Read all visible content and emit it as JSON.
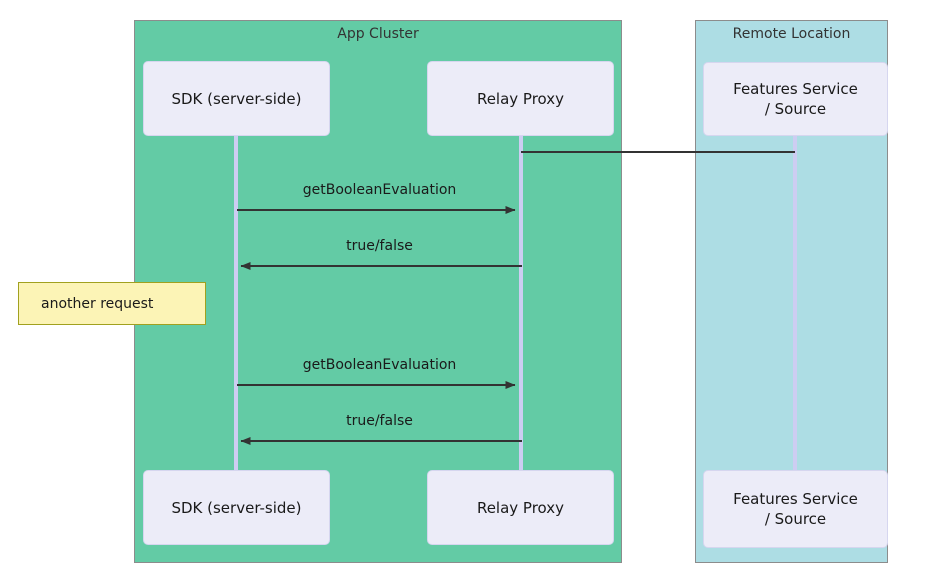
{
  "diagram": {
    "type": "sequence-diagram",
    "groups": [
      {
        "id": "app-cluster",
        "label": "App Cluster",
        "color": "#63cba5"
      },
      {
        "id": "remote-location",
        "label": "Remote Location",
        "color": "#addde4"
      }
    ],
    "participants": [
      {
        "id": "sdk",
        "label": "SDK (server-side)",
        "group": "app-cluster"
      },
      {
        "id": "relay",
        "label": "Relay Proxy",
        "group": "app-cluster"
      },
      {
        "id": "features",
        "label": "Features Service\n/ Source",
        "group": "remote-location"
      }
    ],
    "messages": [
      {
        "id": "m1",
        "label": "getBooleanEvaluation",
        "from": "sdk",
        "to": "relay",
        "direction": "right"
      },
      {
        "id": "m2",
        "label": "true/false",
        "from": "relay",
        "to": "sdk",
        "direction": "left"
      },
      {
        "id": "m3",
        "label": "getBooleanEvaluation",
        "from": "sdk",
        "to": "relay",
        "direction": "right"
      },
      {
        "id": "m4",
        "label": "true/false",
        "from": "relay",
        "to": "sdk",
        "direction": "left"
      }
    ],
    "connectors": [
      {
        "id": "relay-to-features",
        "from": "relay",
        "to": "features",
        "style": "plain-line"
      }
    ],
    "notes": [
      {
        "id": "another-request",
        "label": "another request",
        "background": "#fcf4b6",
        "border": "#a1a11f"
      }
    ],
    "colors": {
      "group_app_cluster": "#63cba5",
      "group_remote_location": "#addde4",
      "participant_fill": "#ececf8",
      "lifeline": "#cdcdf2",
      "arrow": "#333333",
      "note_fill": "#fcf4b6",
      "note_border": "#a1a11f"
    }
  }
}
